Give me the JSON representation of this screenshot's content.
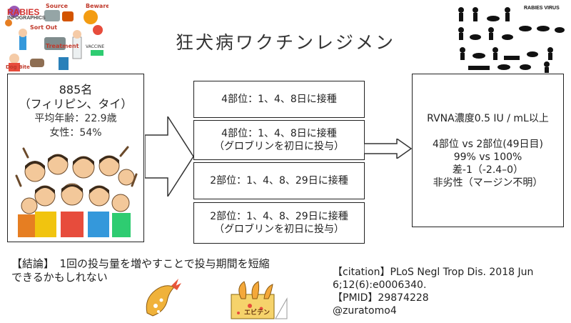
{
  "title": "狂犬病ワクチンレジメン",
  "population": {
    "count_label": "885名",
    "countries": "（フィリピン、タイ）",
    "mean_age": "平均年齢：22.9歳",
    "female": "女性：54%"
  },
  "regimens": [
    {
      "line1": "4部位：1、4、8日に接種",
      "line2": ""
    },
    {
      "line1": "4部位：1、4、8日に接種",
      "line2": "（グロブリンを初日に投与）"
    },
    {
      "line1": "2部位：1、4、8、29日に接種",
      "line2": ""
    },
    {
      "line1": "2部位：1、4、8、29日に接種",
      "line2": "（グロブリンを初日に投与）"
    }
  ],
  "outcome": {
    "definition": "RVNA濃度0.5 IU / mL以上",
    "comparison": "4部位 vs 2部位(49日目)",
    "rates": "99% vs 100%",
    "difference": "差-1（-2.4–0）",
    "noninferiority": "非劣性（マージン不明）"
  },
  "conclusion": {
    "line1": "【結論】　1回の投与量を増やすことで投与期間を短縮",
    "line2": "できるかもしれない"
  },
  "citation": {
    "line1": "【citation】PLoS Negl Trop Dis. 2018 Jun",
    "line2": "6;12(6):e0006340.",
    "line3": "【PMID】29874228",
    "line4": "@zuratomo4"
  },
  "infographic": {
    "title": "RABIES",
    "subtitle": "INFOGRAPHICS",
    "labels": [
      "Source",
      "Beware",
      "Sort Out",
      "Treatment",
      "VACCINE",
      "Dog Bite"
    ]
  },
  "virus_panel": {
    "title": "RABIES VIRUS"
  },
  "ebiten_label": "エビテン",
  "colors": {
    "border": "#222222",
    "arrow": "#333333",
    "infographic_title": "#d0312d"
  }
}
